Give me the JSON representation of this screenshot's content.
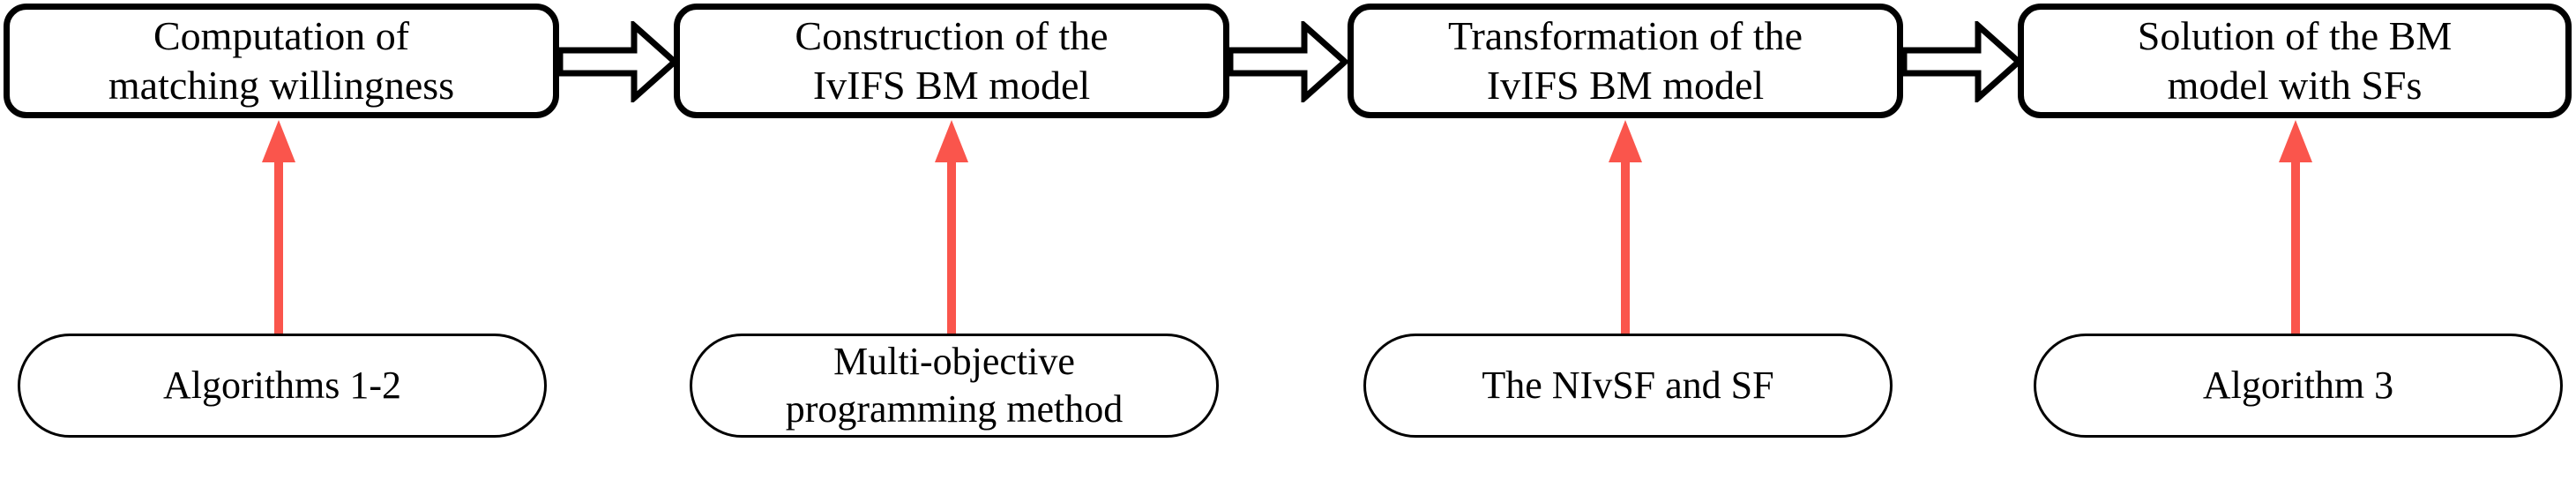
{
  "diagram": {
    "type": "flowchart",
    "title": "",
    "accent_color": "#FA554C",
    "line_color": "#000000",
    "background_color": "#FFFFFF",
    "process_steps": [
      {
        "id": "step-1",
        "label": "Computation of\nmatching willingness",
        "support": {
          "id": "support-1",
          "label": "Algorithms 1-2"
        }
      },
      {
        "id": "step-2",
        "label": "Construction of  the\nIvIFS BM model",
        "support": {
          "id": "support-2",
          "label": "Multi-objective\nprogramming method"
        }
      },
      {
        "id": "step-3",
        "label": "Transformation of the\nIvIFS BM model",
        "support": {
          "id": "support-3",
          "label": "The NIvSF and SF"
        }
      },
      {
        "id": "step-4",
        "label": "Solution of the BM\nmodel with SFs",
        "support": {
          "id": "support-4",
          "label": "Algorithm 3"
        }
      }
    ],
    "flow_connectors": [
      {
        "id": "connector-1",
        "from": "step-1",
        "to": "step-2",
        "style": "hollow-block-arrow",
        "direction": "right"
      },
      {
        "id": "connector-2",
        "from": "step-2",
        "to": "step-3",
        "style": "hollow-block-arrow",
        "direction": "right"
      },
      {
        "id": "connector-3",
        "from": "step-3",
        "to": "step-4",
        "style": "hollow-block-arrow",
        "direction": "right"
      }
    ],
    "support_connectors": [
      {
        "id": "support-connector-1",
        "from": "support-1",
        "to": "step-1",
        "style": "solid-arrow",
        "direction": "up",
        "color": "#FA554C"
      },
      {
        "id": "support-connector-2",
        "from": "support-2",
        "to": "step-2",
        "style": "solid-arrow",
        "direction": "up",
        "color": "#FA554C"
      },
      {
        "id": "support-connector-3",
        "from": "support-3",
        "to": "step-3",
        "style": "solid-arrow",
        "direction": "up",
        "color": "#FA554C"
      },
      {
        "id": "support-connector-4",
        "from": "support-4",
        "to": "step-4",
        "style": "solid-arrow",
        "direction": "up",
        "color": "#FA554C"
      }
    ]
  }
}
